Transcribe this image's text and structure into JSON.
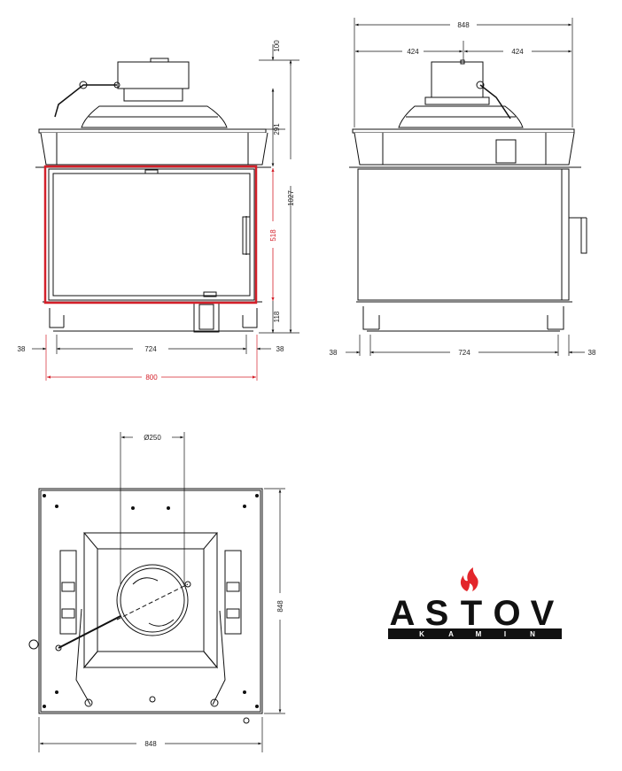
{
  "front_view": {
    "dim_top": "100",
    "dim_hood": "291",
    "dim_glass_height": "518",
    "dim_total_height": "1027",
    "dim_base": "118",
    "dim_side_left": "38",
    "dim_side_right": "38",
    "dim_inner_width": "724",
    "dim_outer_width": "800"
  },
  "side_view": {
    "dim_total_width": "848",
    "dim_half_left": "424",
    "dim_half_right": "424",
    "dim_side_left": "38",
    "dim_side_right": "38",
    "dim_inner_width": "724"
  },
  "top_view": {
    "dim_flue_diameter": "Ø250",
    "dim_depth": "848",
    "dim_width": "848"
  },
  "logo": {
    "brand_letters": [
      "A",
      "S",
      "T",
      "O",
      "V"
    ],
    "sub_letters": [
      "K",
      "A",
      "M",
      "I",
      "N"
    ],
    "flame_color": "#e3262b",
    "highlight_color": "#d4202a"
  }
}
